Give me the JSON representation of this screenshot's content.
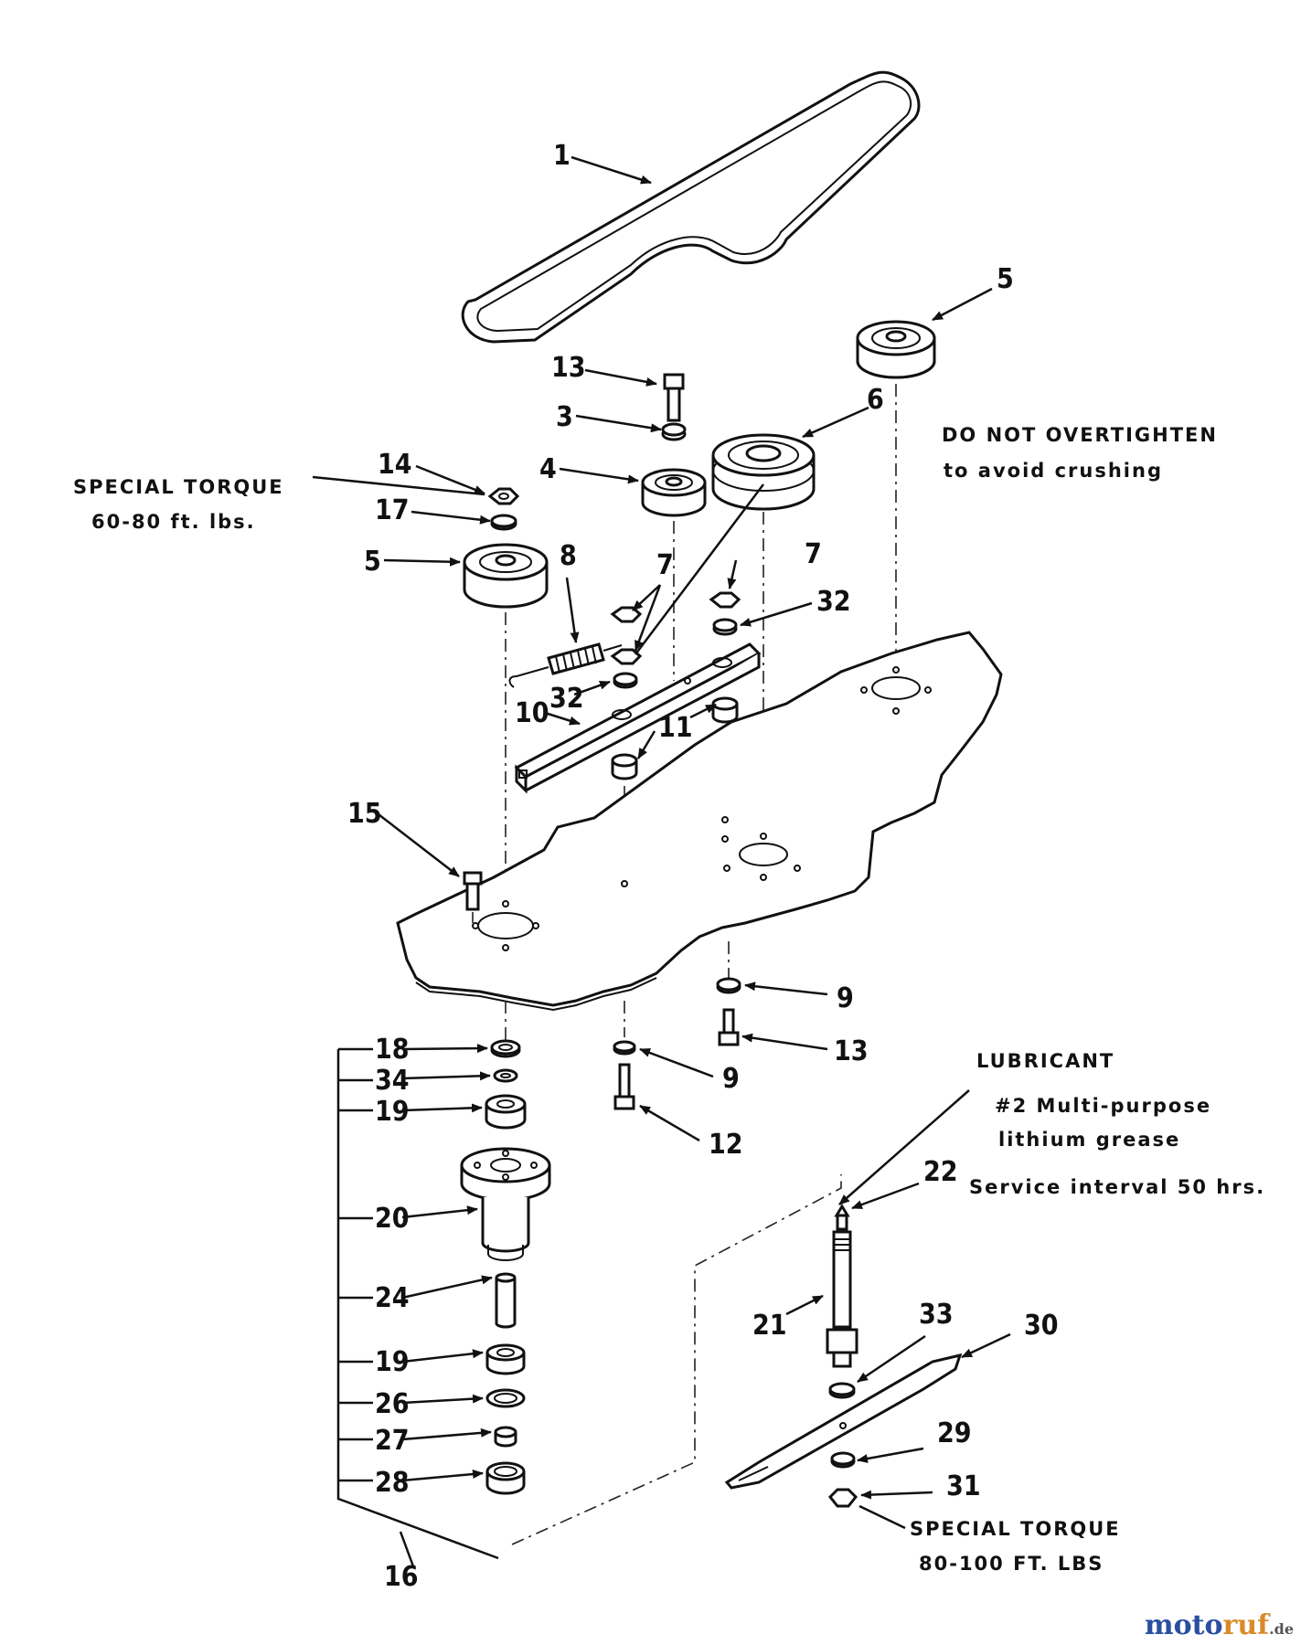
{
  "callouts": {
    "c1": "1",
    "c5a": "5",
    "c13a": "13",
    "c3": "3",
    "c6": "6",
    "c4": "4",
    "c14": "14",
    "c17": "17",
    "c5b": "5",
    "c8": "8",
    "c7a": "7",
    "c7b": "7",
    "c32a": "32",
    "c32b": "32",
    "c10": "10",
    "c11": "11",
    "c15": "15",
    "c9a": "9",
    "c13b": "13",
    "c18": "18",
    "c34": "34",
    "c19a": "19",
    "c9b": "9",
    "c12": "12",
    "c20": "20",
    "c24": "24",
    "c19b": "19",
    "c26": "26",
    "c27": "27",
    "c28": "28",
    "c16": "16",
    "c21": "21",
    "c22": "22",
    "c33": "33",
    "c30": "30",
    "c29": "29",
    "c31": "31"
  },
  "notes": {
    "special_torque_top_l1": "SPECIAL TORQUE",
    "special_torque_top_l2": "60-80 ft. lbs.",
    "overtighten_l1": "DO NOT OVERTIGHTEN",
    "overtighten_l2": "to avoid crushing",
    "lubricant_l1": "LUBRICANT",
    "lubricant_l2": "#2 Multi-purpose",
    "lubricant_l3": "lithium grease",
    "service_interval": "Service interval 50 hrs.",
    "special_torque_bottom_l1": "SPECIAL TORQUE",
    "special_torque_bottom_l2": "80-100 FT. LBS"
  },
  "watermark": {
    "part1": "moto",
    "part2": "ruf",
    "suffix": ".de"
  },
  "colors": {
    "ink": "#111111",
    "paper": "#ffffff",
    "watermark_dark": "#2a4fa0",
    "watermark_light": "#d88a2a"
  }
}
